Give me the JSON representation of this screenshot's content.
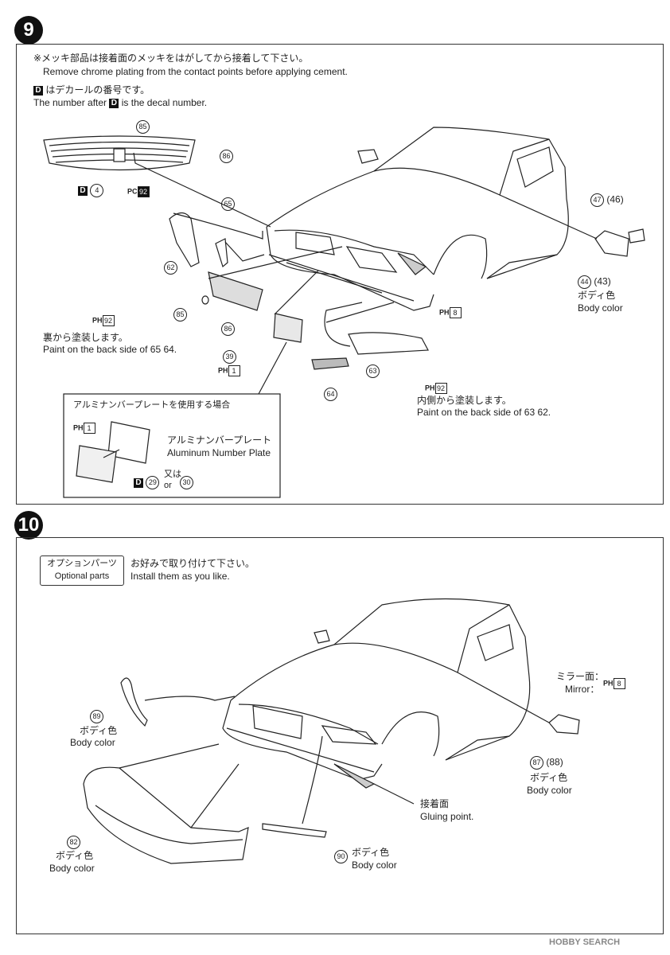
{
  "step9": {
    "number": "9",
    "note1_jp": "※メッキ部品は接着面のメッキをはがしてから接着して下さい。",
    "note1_en": "Remove chrome plating from the contact points before applying cement.",
    "note2_jp": "はデカールの番号です。",
    "note2_en_a": "The number after",
    "note2_en_b": "is the decal number.",
    "decal_mark": "D",
    "parts": {
      "p85": "85",
      "p86": "86",
      "p65": "65",
      "p62": "62",
      "p39": "39",
      "p64": "64",
      "p63": "63",
      "p47": "47",
      "p46": "(46)",
      "p44": "44",
      "p43": "(43)",
      "d4": "4",
      "d29": "29",
      "d30": "30"
    },
    "paint": {
      "pc92": "92",
      "ph92": "92",
      "ph1": "1",
      "ph8": "8",
      "ph92b": "92",
      "ph1b": "1"
    },
    "paint_prefix_c": "PC",
    "paint_prefix_h": "PH",
    "back_side_jp": "裏から塗装します。",
    "back_side_en": "Paint on the back side of",
    "back_side_parts": "65 64",
    "inner_jp": "内側から塗装します。",
    "inner_en": "Paint on the back side of",
    "inner_parts": "63 62",
    "body_color_jp": "ボディ色",
    "body_color_en": "Body color",
    "inset": {
      "title": "アルミナンバープレートを使用する場合",
      "plate_jp": "アルミナンバープレート",
      "plate_en": "Aluminum Number Plate",
      "or_jp": "又は",
      "or_en": "or"
    }
  },
  "step10": {
    "number": "10",
    "optional_jp": "オプションパーツ",
    "optional_en": "Optional parts",
    "install_jp": "お好みで取り付けて下さい。",
    "install_en": "Install them as you like.",
    "mirror_jp": "ミラー面：",
    "mirror_en": "Mirror：",
    "mirror_paint": "8",
    "parts": {
      "p89": "89",
      "p87": "87",
      "p88": "(88)",
      "p82": "82",
      "p90": "90"
    },
    "body_color_jp": "ボディ色",
    "body_color_en": "Body color",
    "gluing_jp": "接着面",
    "gluing_en": "Gluing point."
  },
  "watermark": "HOBBY SEARCH"
}
